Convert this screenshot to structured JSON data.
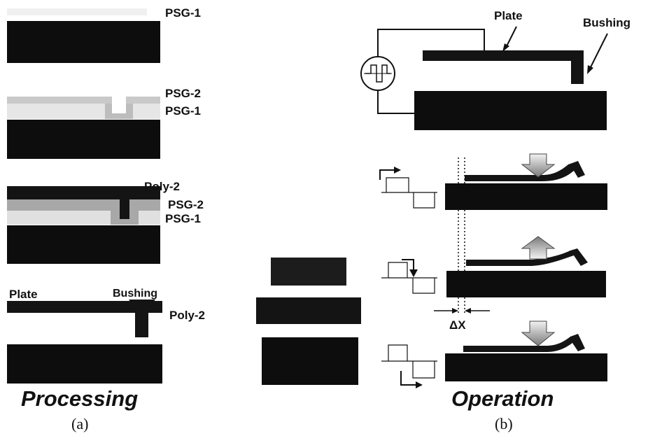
{
  "left_panel": {
    "step1": {
      "psg1": "PSG-1"
    },
    "step2": {
      "psg2": "PSG-2",
      "psg1": "PSG-1"
    },
    "step3": {
      "poly2": "Poly-2",
      "psg2": "PSG-2",
      "psg1": "PSG-1"
    },
    "step4": {
      "plate": "Plate",
      "bushing": "Bushing",
      "poly2": "Poly-2"
    },
    "heading": "Processing",
    "caption": "(a)"
  },
  "right_panel": {
    "plate": "Plate",
    "bushing": "Bushing",
    "delta_x": "ΔX",
    "heading": "Operation",
    "caption": "(b)"
  },
  "colors": {
    "substrate": "#0d0d0d",
    "psg": "#c9c9c9",
    "psg_dark": "#a8a8a8",
    "poly": "#141414"
  }
}
